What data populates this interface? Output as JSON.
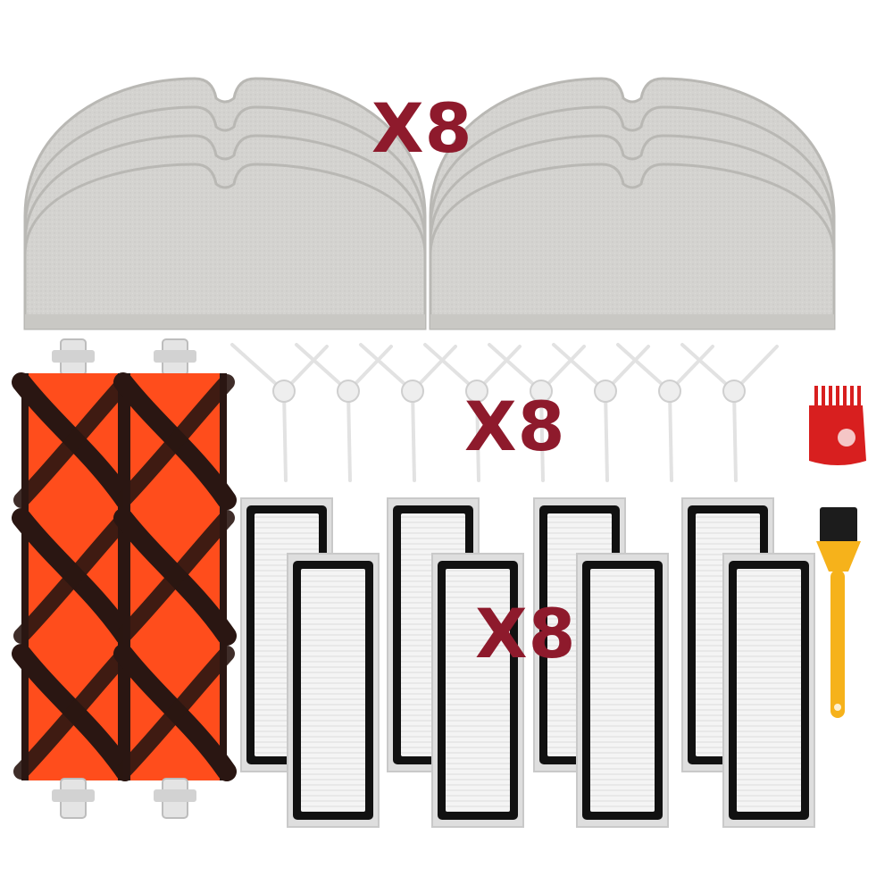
{
  "labels": {
    "mop_pads_qty": "X8",
    "side_brushes_qty": "X8",
    "filters_qty": "X8"
  },
  "colors": {
    "label": "#8e1a2c",
    "mop_pad": "#d3d2cf",
    "mop_pad_border": "#b9b8b4",
    "roller_orange": "#ff4d1c",
    "roller_bristles": "#2a1612",
    "roller_cap": "#e4e4e4",
    "side_brush": "#eeeeee",
    "filter_frame": "#111111",
    "filter_media": "#f3f3f3",
    "filter_housing": "#dedede",
    "comb_tool": "#d81f1f",
    "cleaning_brush_handle": "#f6b21b"
  },
  "items": {
    "mop_pads": {
      "count": 8,
      "visible": 8
    },
    "main_rollers": {
      "count": 2
    },
    "side_brushes": {
      "count": 8
    },
    "filters": {
      "count": 8
    },
    "cleaning_tools": {
      "count": 2
    }
  }
}
